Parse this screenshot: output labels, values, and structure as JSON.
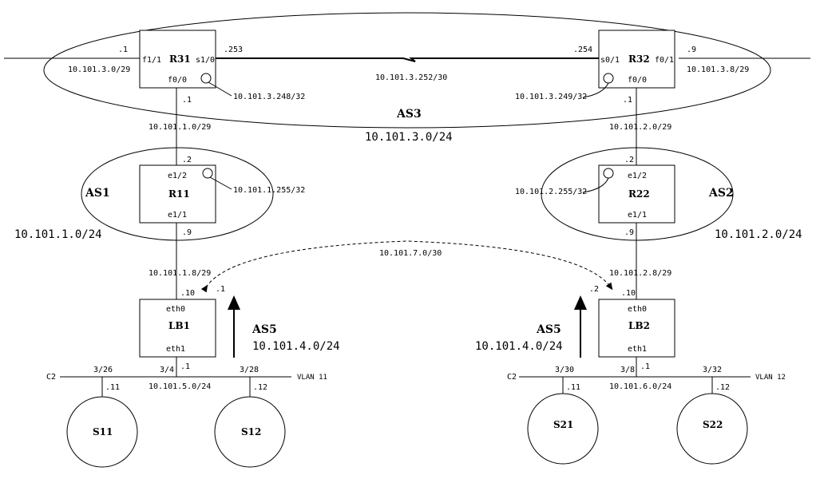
{
  "routers": {
    "r31": {
      "name": "R31",
      "port_left": "f1/1",
      "port_right": "s1/0",
      "port_bottom": "f0/0",
      "left_ip": ".1",
      "right_ip": ".253",
      "down_ip": ".1",
      "left_net": "10.101.3.0/29",
      "loopback": "10.101.3.248/32"
    },
    "r32": {
      "name": "R32",
      "port_left": "s0/1",
      "port_right": "f0/1",
      "port_bottom": "f0/0",
      "left_ip": ".254",
      "right_ip": ".9",
      "down_ip": ".1",
      "right_net": "10.101.3.8/29",
      "loopback": "10.101.3.249/32"
    },
    "r11": {
      "name": "R11",
      "port_top": "e1/2",
      "port_bottom": "e1/1",
      "top_ip": ".2",
      "bottom_ip": ".9",
      "loopback": "10.101.1.255/32"
    },
    "r22": {
      "name": "R22",
      "port_top": "e1/2",
      "port_bottom": "e1/1",
      "top_ip": ".2",
      "bottom_ip": ".9",
      "loopback": "10.101.2.255/32"
    },
    "lb1": {
      "name": "LB1",
      "port_top": "eth0",
      "port_bottom": "eth1",
      "top_ip": ".10",
      "bottom_ip": ".1",
      "peer_ip": ".1"
    },
    "lb2": {
      "name": "LB2",
      "port_top": "eth0",
      "port_bottom": "eth1",
      "top_ip": ".10",
      "bottom_ip": ".1",
      "peer_ip": ".2"
    }
  },
  "links": {
    "serial_net": "10.101.3.252/30",
    "r31_r11_net": "10.101.1.0/29",
    "r32_r22_net": "10.101.2.0/29",
    "r11_lb1_net": "10.101.1.8/29",
    "r22_lb2_net": "10.101.2.8/29",
    "lb_peer_net": "10.101.7.0/30"
  },
  "as_labels": {
    "as3": {
      "name": "AS3",
      "net": "10.101.3.0/24"
    },
    "as1": {
      "name": "AS1",
      "net": "10.101.1.0/24"
    },
    "as2": {
      "name": "AS2",
      "net": "10.101.2.0/24"
    },
    "as5_left": {
      "name": "AS5",
      "net": "10.101.4.0/24"
    },
    "as5_right": {
      "name": "AS5",
      "net": "10.101.4.0/24"
    }
  },
  "vlans": {
    "left": {
      "switch": "C2",
      "port1": "3/26",
      "port2": "3/4",
      "port3": "3/28",
      "name": "VLAN 11",
      "net": "10.101.5.0/24"
    },
    "right": {
      "switch": "C2",
      "port1": "3/30",
      "port2": "3/8",
      "port3": "3/32",
      "name": "VLAN 12",
      "net": "10.101.6.0/24"
    }
  },
  "servers": {
    "s11": {
      "name": "S11",
      "ip": ".11"
    },
    "s12": {
      "name": "S12",
      "ip": ".12"
    },
    "s21": {
      "name": "S21",
      "ip": ".11"
    },
    "s22": {
      "name": "S22",
      "ip": ".12"
    }
  }
}
